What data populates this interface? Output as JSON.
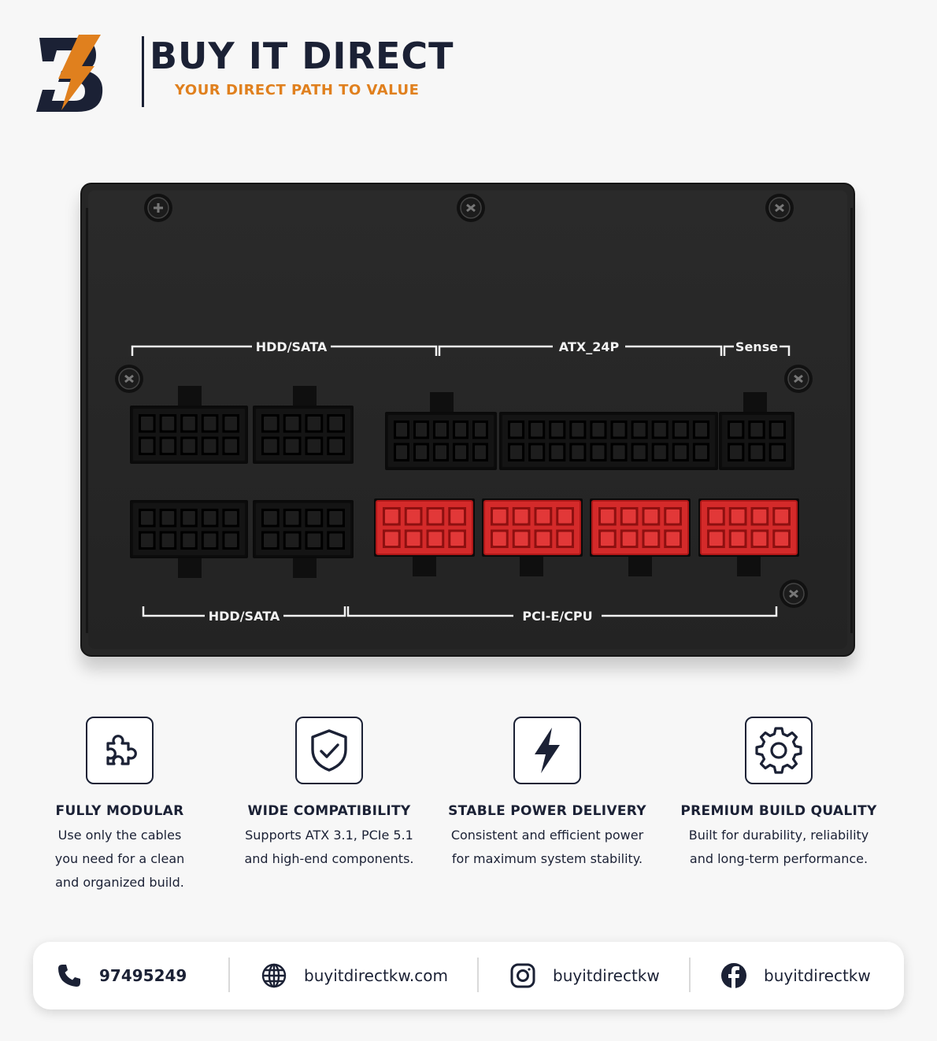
{
  "brand": {
    "name": "BUY IT DIRECT",
    "tagline": "YOUR DIRECT PATH TO VALUE",
    "colors": {
      "navy": "#1b2135",
      "orange": "#e0801e"
    }
  },
  "psu": {
    "labels": {
      "top_hdd": "HDD/SATA",
      "top_atx": "ATX_24P",
      "top_sense": "Sense",
      "bottom_hdd": "HDD/SATA",
      "bottom_pcie": "PCI-E/CPU"
    },
    "colors": {
      "panel": "#262626",
      "black_port": "#141414",
      "red_port": "#d42a2a"
    }
  },
  "features": [
    {
      "icon": "puzzle-icon",
      "title": "FULLY MODULAR",
      "lines": [
        "Use only the cables",
        "you need for a clean",
        "and organized build."
      ]
    },
    {
      "icon": "shield-check-icon",
      "title": "WIDE COMPATIBILITY",
      "lines": [
        "Supports ATX 3.1, PCIe 5.1",
        "and high-end components."
      ]
    },
    {
      "icon": "lightning-icon",
      "title": "STABLE POWER DELIVERY",
      "lines": [
        "Consistent and efficient power",
        "for maximum system stability."
      ]
    },
    {
      "icon": "gear-icon",
      "title": "PREMIUM BUILD QUALITY",
      "lines": [
        "Built for durability, reliability",
        "and long-term performance."
      ]
    }
  ],
  "contact": {
    "phone": {
      "icon": "phone-icon",
      "text": "97495249"
    },
    "website": {
      "icon": "globe-icon",
      "text": "buyitdirectkw.com"
    },
    "instagram": {
      "icon": "instagram-icon",
      "text": "buyitdirectkw"
    },
    "facebook": {
      "icon": "facebook-icon",
      "text": "buyitdirectkw"
    }
  }
}
